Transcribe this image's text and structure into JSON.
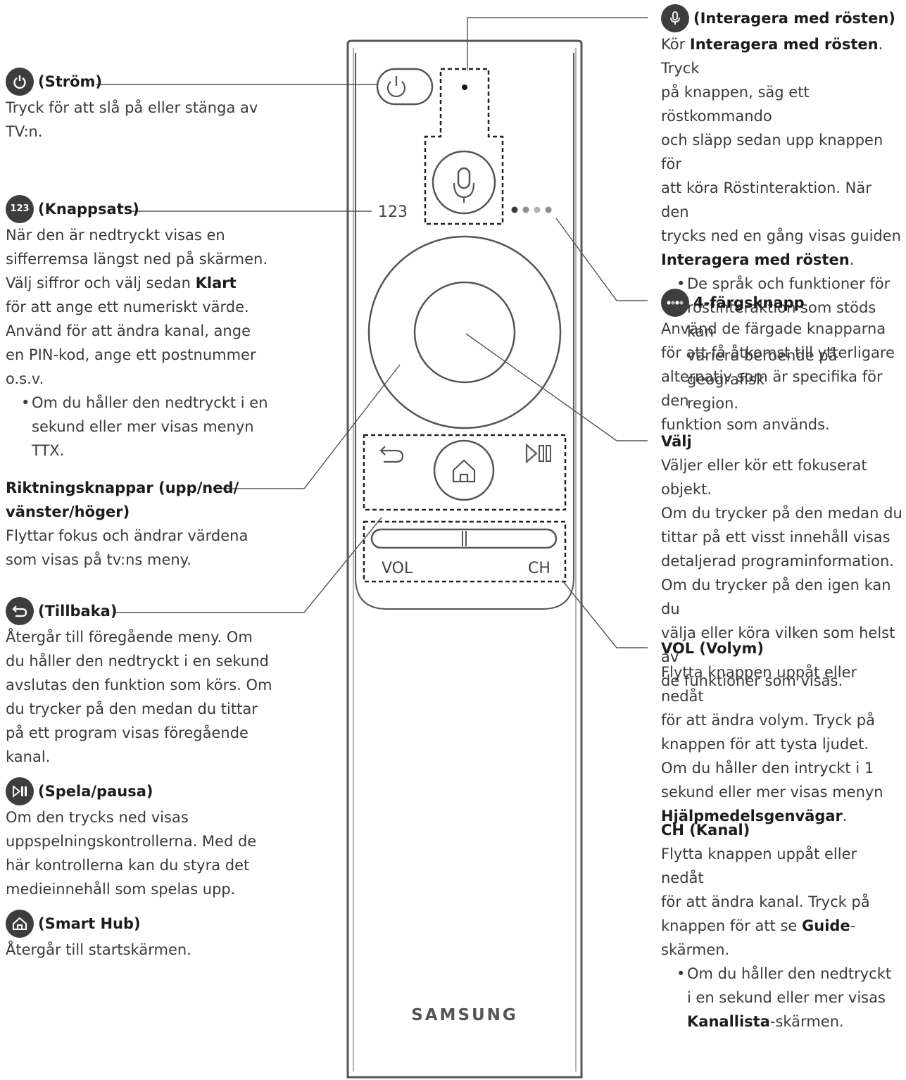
{
  "remote": {
    "label_123": "123",
    "label_vol": "VOL",
    "label_ch": "CH",
    "brand": "SAMSUNG",
    "color_dots": [
      "#3a3a3a",
      "#8e8e8e",
      "#b4b4b4",
      "#8e8e8e"
    ]
  },
  "left": {
    "power": {
      "icon": "power-icon",
      "title": "(Ström)",
      "lines": [
        "Tryck för att slå på eller stänga av",
        "TV:n."
      ]
    },
    "keypad": {
      "icon": "numeric-keypad-icon",
      "icon_text": "123",
      "title": "(Knappsats)",
      "lines": [
        "När den är nedtryckt visas en",
        "sifferremsa längst ned på skärmen.",
        "Välj siffror och välj sedan "
      ],
      "klart": "Klart",
      "lines2": [
        "för att ange ett numeriskt värde.",
        "Använd för att ändra kanal, ange",
        "en PIN-kod, ange ett postnummer",
        "o.s.v."
      ],
      "bullet": [
        "Om du håller den nedtryckt i en",
        "sekund eller mer visas menyn",
        "TTX."
      ]
    },
    "direction": {
      "title_lines": [
        "Riktningsknappar (upp/ned/",
        "vänster/höger)"
      ],
      "lines": [
        "Flyttar fokus och ändrar värdena",
        "som visas på tv:ns meny."
      ]
    },
    "back": {
      "icon": "return-arrow-icon",
      "title": "(Tillbaka)",
      "lines": [
        "Återgår till föregående meny. Om",
        "du håller den nedtryckt i en sekund",
        "avslutas den funktion som körs. Om",
        "du trycker på den medan du tittar",
        "på ett program visas föregående",
        "kanal."
      ]
    },
    "playpause": {
      "icon": "play-pause-icon",
      "title": "(Spela/pausa)",
      "lines": [
        "Om den trycks ned visas",
        "uppspelningskontrollerna. Med de",
        "här kontrollerna kan du styra det",
        "medieinnehåll som spelas upp."
      ]
    },
    "smarthub": {
      "icon": "home-icon",
      "title": "(Smart Hub)",
      "lines": [
        "Återgår till startskärmen."
      ]
    }
  },
  "right": {
    "voice": {
      "icon": "microphone-icon",
      "title": "(Interagera med rösten)",
      "l1_pre": "Kör ",
      "l1_bold": "Interagera med rösten",
      "l1_post": ". Tryck",
      "lines": [
        "på knappen, säg ett röstkommando",
        "och släpp sedan upp knappen för",
        "att köra Röstinteraktion. När den",
        "trycks ned en gång visas guiden"
      ],
      "last_bold": "Interagera med rösten",
      "last_post": ".",
      "bullet": [
        "De språk och funktioner för",
        "röstinteraktion som stöds kan",
        "variera beroende på geografisk",
        "region."
      ]
    },
    "color": {
      "icon": "color-dots-icon",
      "title": "4-färgsknapp",
      "lines": [
        "Använd de färgade knapparna",
        "för att få åtkomst till ytterligare",
        "alternativ som är specifika för den",
        "funktion som används."
      ]
    },
    "select": {
      "title": "Välj",
      "lines": [
        "Väljer eller kör ett fokuserat objekt.",
        "Om du trycker på den medan du",
        "tittar på ett visst innehåll visas",
        "detaljerad programinformation.",
        "Om du trycker på den igen kan du",
        "välja eller köra vilken som helst av",
        "de funktioner som visas."
      ]
    },
    "vol": {
      "title": "VOL (Volym)",
      "lines": [
        "Flytta knappen uppåt eller nedåt",
        "för att ändra volym. Tryck på",
        "knappen för att tysta ljudet.",
        "Om du håller den intryckt i 1",
        "sekund eller mer visas menyn"
      ],
      "last_bold": "Hjälpmedelsgenvägar",
      "last_post": "."
    },
    "ch": {
      "title": "CH (Kanal)",
      "lines": [
        "Flytta knappen uppåt eller nedåt",
        "för att ändra kanal. Tryck på"
      ],
      "l3_pre": "knappen för att se ",
      "l3_bold": "Guide",
      "l3_post": "-skärmen.",
      "bullet": [
        "Om du håller den nedtryckt",
        "i en sekund eller mer visas"
      ],
      "b3_bold": "Kanallista",
      "b3_post": "-skärmen."
    }
  }
}
